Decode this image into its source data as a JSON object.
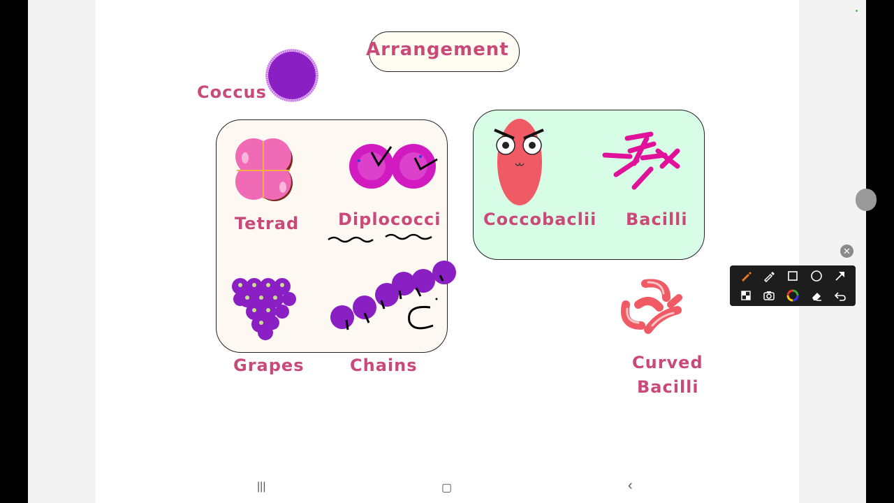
{
  "slide": {
    "title": "Arrangement",
    "coccus_label": "Coccus",
    "coccus_group": {
      "tetrad": "Tetrad",
      "diplococci": "Diplococci",
      "grapes": "Grapes",
      "chains": "Chains"
    },
    "bacilli_group": {
      "coccobacilli": "Coccobaclii",
      "bacilli": "Bacilli"
    },
    "curved_bacilli_line1": "Curved",
    "curved_bacilli_line2": "Bacilli"
  },
  "toolbar": {
    "tools": [
      "pen-icon",
      "highlighter-icon",
      "rectangle-icon",
      "circle-icon",
      "arrow-icon",
      "mosaic-icon",
      "camera-icon",
      "color-wheel-icon",
      "eraser-icon",
      "undo-icon"
    ]
  },
  "nav": {
    "recents": "|||",
    "home": "▢",
    "back": "‹"
  },
  "colors": {
    "label": "#c94a78",
    "coccus_box_bg": "#fdf8f2",
    "bacilli_box_bg": "#d8fde7",
    "purple": "#8a1fc4",
    "pink": "#f05aa8"
  }
}
